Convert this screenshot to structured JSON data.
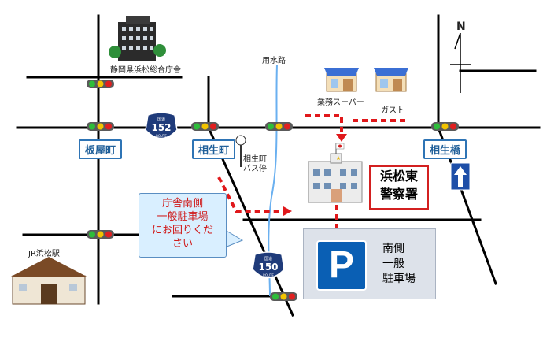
{
  "map": {
    "compass_north": "N",
    "landmarks": {
      "prefectural_office": "静岡県浜松総合庁舎",
      "waterway": "用水路",
      "supermarket": "業務スーパー",
      "gas_station": "ガスト",
      "bus_stop": "相生町\nバス停",
      "station": "JR浜松駅"
    },
    "intersections": {
      "itaya": "板屋町",
      "aioi_cho": "相生町",
      "aioi_bashi": "相生橋"
    },
    "routes": {
      "r152_label": "国道",
      "r152_number": "152",
      "r152_sub": "ROUTE",
      "r150_label": "国道",
      "r150_number": "150",
      "r150_sub": "ROUTE"
    },
    "police": {
      "line1": "浜松東",
      "line2": "警察署"
    },
    "parking": {
      "symbol": "P",
      "label": "南側\n一般\n駐車場"
    },
    "callout": "庁舎南側\n一般駐車場\nにお回りくだ\nさい",
    "colors": {
      "route_arrow": "#e0181b",
      "intersection_border": "#2e74b5",
      "parking_sign": "#0a5fb4",
      "callout_bg": "#d9efff",
      "route_shield": "#1f3b7a"
    }
  }
}
